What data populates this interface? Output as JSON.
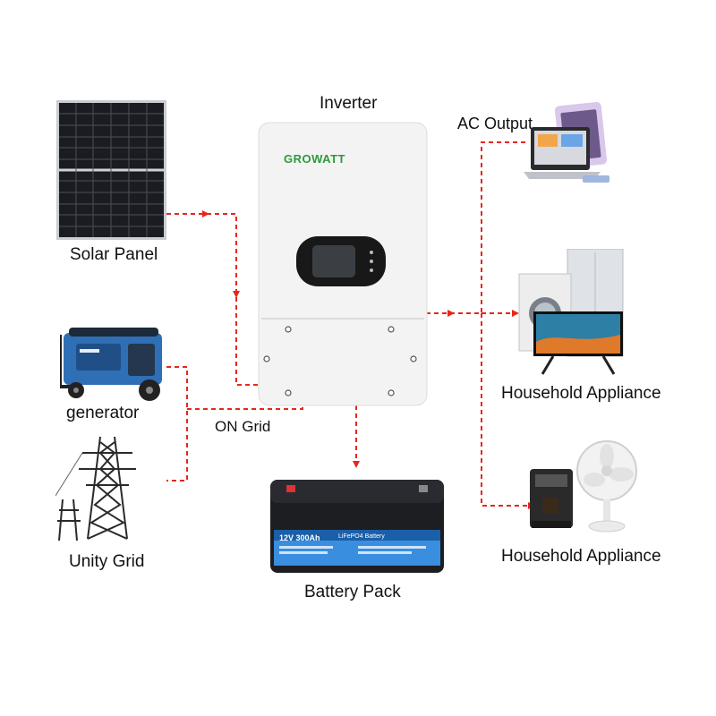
{
  "labels": {
    "inverter": "Inverter",
    "ac_output": "AC Output",
    "solar_panel": "Solar Panel",
    "generator": "generator",
    "on_grid": "ON Grid",
    "unity_grid": "Unity Grid",
    "battery_pack": "Battery Pack",
    "household_appliance_1": "Household Appliance",
    "household_appliance_2": "Household Appliance"
  },
  "inverter": {
    "brand": "GROWATT"
  },
  "battery": {
    "voltage_capacity": "12V 300Ah",
    "chemistry": "LiFePO4 Battery"
  },
  "colors": {
    "link": "#e8261c",
    "inverter_body": "#f3f3f3",
    "solar": "#1a1c22",
    "generator": "#2f6fb5",
    "battery": "#1d1e22",
    "battery_band": "#3a8ee0",
    "brand": "#2e9a3a"
  },
  "icons": [
    "solar-panel-icon",
    "generator-icon",
    "power-tower-icon",
    "inverter-icon",
    "battery-icon",
    "laptop-tablet-icon",
    "washer-fridge-tv-icon",
    "coffee-fan-icon"
  ]
}
